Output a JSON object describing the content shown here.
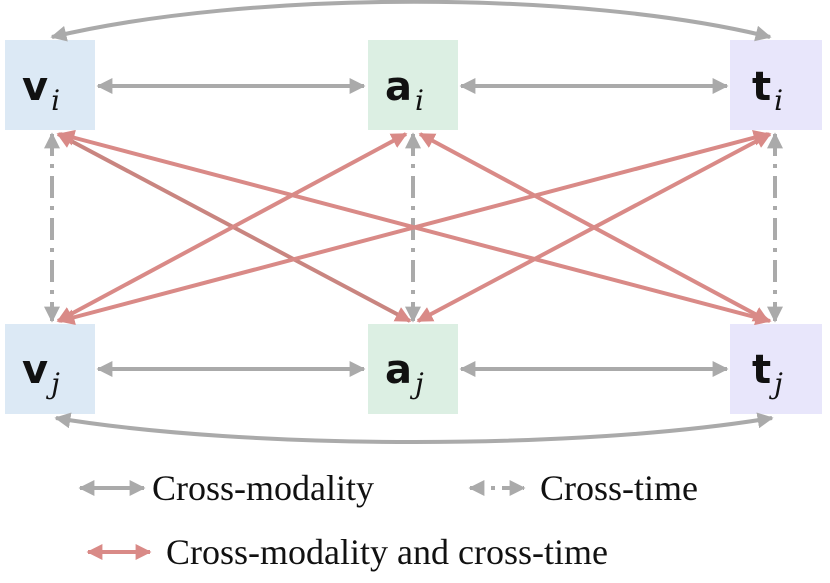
{
  "colors": {
    "gray_arrow": "#aaaaaa",
    "red_arrow": "#d98a87",
    "node_v": "#dce9f5",
    "node_a": "#dcefe3",
    "node_t": "#e8e6fb",
    "text": "#111111"
  },
  "nodes": {
    "v_i": {
      "letter": "v",
      "sub": "i"
    },
    "a_i": {
      "letter": "a",
      "sub": "i"
    },
    "t_i": {
      "letter": "t",
      "sub": "i"
    },
    "v_j": {
      "letter": "v",
      "sub": "j"
    },
    "a_j": {
      "letter": "a",
      "sub": "j"
    },
    "t_j": {
      "letter": "t",
      "sub": "j"
    }
  },
  "legend": {
    "cross_modality": "Cross-modality",
    "cross_time": "Cross-time",
    "cross_both": "Cross-modality and cross-time"
  }
}
